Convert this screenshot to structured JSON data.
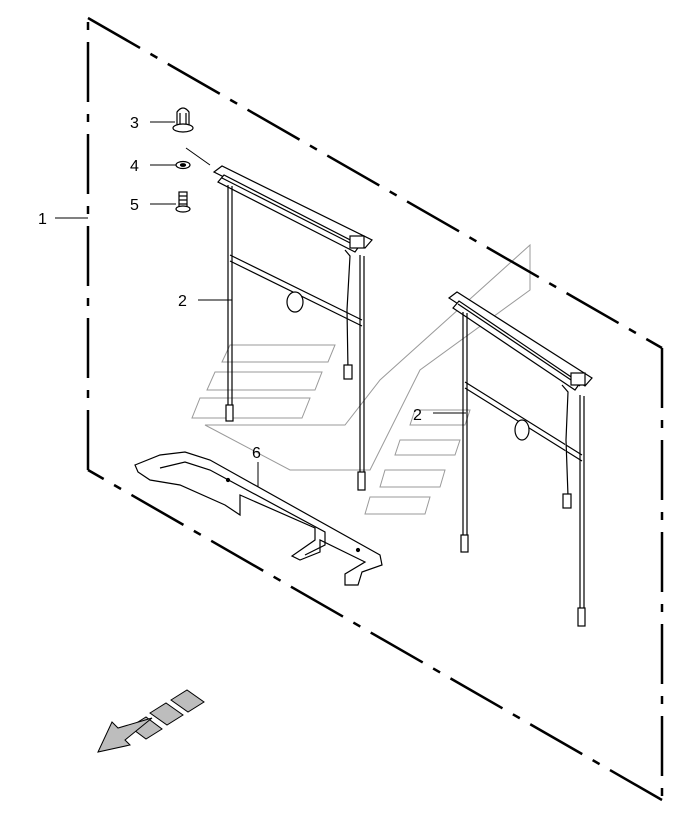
{
  "diagram": {
    "callouts": [
      {
        "id": "1",
        "label": "1"
      },
      {
        "id": "2a",
        "label": "2"
      },
      {
        "id": "2b",
        "label": "2"
      },
      {
        "id": "3",
        "label": "3"
      },
      {
        "id": "4",
        "label": "4"
      },
      {
        "id": "5",
        "label": "5"
      },
      {
        "id": "6",
        "label": "6"
      }
    ],
    "colors": {
      "line": "#000000",
      "watermark": "#9a9a9a",
      "arrow_fill": "#bdbdbd"
    }
  }
}
